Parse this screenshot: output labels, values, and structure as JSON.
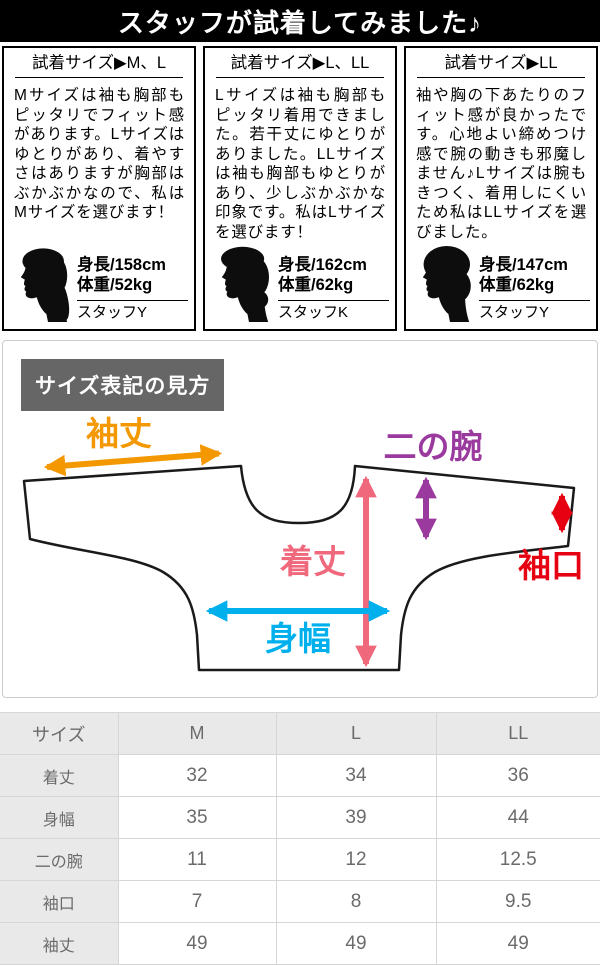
{
  "header": {
    "title": "スタッフが試着してみました♪"
  },
  "reviews": [
    {
      "size_label": "試着サイズ▶M、L",
      "body": "Mサイズは袖も胸部もピッタリでフィット感があります。Lサイズはゆとりがあり、着やすさはありますが胸部はぶかぶかなので、私はMサイズを選びます！",
      "height": "身長/158cm",
      "weight": "体重/52kg",
      "staff": "スタッフY"
    },
    {
      "size_label": "試着サイズ▶L、LL",
      "body": "Lサイズは袖も胸部もピッタリ着用できました。若干丈にゆとりがありました。LLサイズは袖も胸部もゆとりがあり、少しぶかぶかな印象です。私はLサイズを選びます！",
      "height": "身長/162cm",
      "weight": "体重/62kg",
      "staff": "スタッフK"
    },
    {
      "size_label": "試着サイズ▶LL",
      "body": "袖や胸の下あたりのフィット感が良かったです。心地よい締めつけ感で腕の動きも邪魔しません♪Lサイズは腕もきつく、着用しにくいため私はLLサイズを選びました。",
      "height": "身長/147cm",
      "weight": "体重/62kg",
      "staff": "スタッフY"
    }
  ],
  "diagram": {
    "title": "サイズ表記の見方",
    "measures": [
      {
        "id": "sleeve-length",
        "label": "袖丈",
        "color": "#f39800"
      },
      {
        "id": "upper-arm",
        "label": "二の腕",
        "color": "#9b3a9e"
      },
      {
        "id": "body-length",
        "label": "着丈",
        "color": "#f0687c"
      },
      {
        "id": "body-width",
        "label": "身幅",
        "color": "#00b0ec"
      },
      {
        "id": "cuff",
        "label": "袖口",
        "color": "#e60012"
      }
    ]
  },
  "size_table": {
    "columns": [
      "サイズ",
      "M",
      "L",
      "LL"
    ],
    "rows": [
      {
        "label": "着丈",
        "values": [
          "32",
          "34",
          "36"
        ]
      },
      {
        "label": "身幅",
        "values": [
          "35",
          "39",
          "44"
        ]
      },
      {
        "label": "二の腕",
        "values": [
          "11",
          "12",
          "12.5"
        ]
      },
      {
        "label": "袖口",
        "values": [
          "7",
          "8",
          "9.5"
        ]
      },
      {
        "label": "袖丈",
        "values": [
          "49",
          "49",
          "49"
        ]
      }
    ]
  }
}
